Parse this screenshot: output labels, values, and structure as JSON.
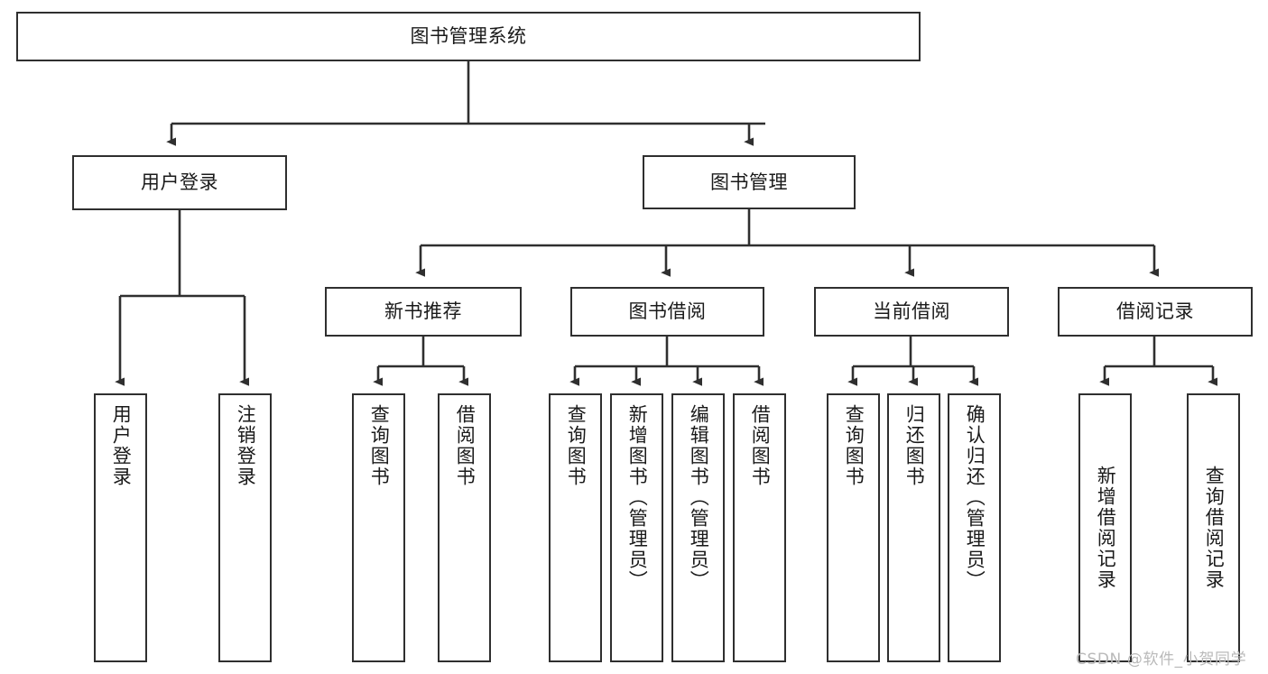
{
  "diagram": {
    "title": "图书管理系统",
    "type": "hierarchy-tree",
    "watermark": "CSDN @软件_小贺同学",
    "colors": {
      "stroke": "#2f2f2f",
      "box_fill": "#ffffff",
      "text": "#1a1a1a",
      "background": "#ffffff",
      "watermark": "#b9b9b9"
    },
    "nodes": {
      "root": {
        "label": "图书管理系统"
      },
      "level2": [
        {
          "id": "user-login",
          "label": "用户登录"
        },
        {
          "id": "book-management",
          "label": "图书管理"
        }
      ],
      "level3": [
        {
          "id": "new-book-recommend",
          "label": "新书推荐"
        },
        {
          "id": "book-borrow",
          "label": "图书借阅"
        },
        {
          "id": "current-borrow",
          "label": "当前借阅"
        },
        {
          "id": "borrow-record",
          "label": "借阅记录"
        }
      ],
      "leaves": {
        "user_login": [
          {
            "id": "leaf-user-login",
            "label": "用户登录"
          },
          {
            "id": "leaf-logout",
            "label": "注销登录"
          }
        ],
        "new_book_recommend": [
          {
            "id": "leaf-query-book-1",
            "label": "查询图书"
          },
          {
            "id": "leaf-borrow-book-1",
            "label": "借阅图书"
          }
        ],
        "book_borrow": [
          {
            "id": "leaf-query-book-2",
            "label": "查询图书"
          },
          {
            "id": "leaf-add-book",
            "label": "新增图书（管理员）"
          },
          {
            "id": "leaf-edit-book",
            "label": "编辑图书（管理员）"
          },
          {
            "id": "leaf-borrow-book-2",
            "label": "借阅图书"
          }
        ],
        "current_borrow": [
          {
            "id": "leaf-query-book-3",
            "label": "查询图书"
          },
          {
            "id": "leaf-return-book",
            "label": "归还图书"
          },
          {
            "id": "leaf-confirm-return",
            "label": "确认归还（管理员）"
          }
        ],
        "borrow_record": [
          {
            "id": "leaf-add-record",
            "label": "新增借阅记录"
          },
          {
            "id": "leaf-query-record",
            "label": "查询借阅记录"
          }
        ]
      }
    }
  }
}
